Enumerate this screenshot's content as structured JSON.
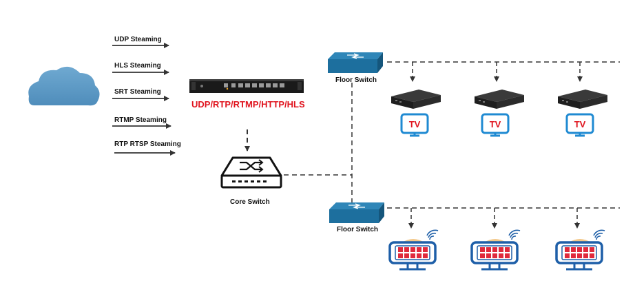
{
  "streams": [
    {
      "label": "UDP Steaming"
    },
    {
      "label": "HLS Steaming"
    },
    {
      "label": "SRT Steaming"
    },
    {
      "label": "RTMP Steaming"
    },
    {
      "label": "RTP RTSP Steaming"
    }
  ],
  "encoder": {
    "protocols": "UDP/RTP/RTMP/HTTP/HLS"
  },
  "core_switch": {
    "label": "Core Switch"
  },
  "floor_switches": [
    {
      "label": "Floor Switch"
    },
    {
      "label": "Floor Switch"
    }
  ],
  "tv_badge": "TV",
  "colors": {
    "cloud": "#5e9cc7",
    "switch_blue": "#1d6f9e",
    "protocol_text": "#e0141e",
    "tv_frame": "#1f8ad2",
    "display_frame": "#1e5fa8",
    "display_tiles": "#e02a3c",
    "display_glow": "#f3c98b"
  },
  "icons": [
    "cloud-icon",
    "encoder-server-icon",
    "core-switch-icon",
    "floor-switch-icon",
    "set-top-box-icon",
    "tv-icon",
    "smart-display-icon",
    "wifi-icon"
  ]
}
